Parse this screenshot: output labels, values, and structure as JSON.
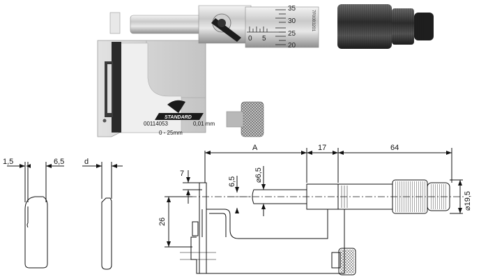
{
  "photo": {
    "brand_logo_text": "STANDARD",
    "serial_number": "00114053",
    "resolution": "0,01 mm",
    "range": "0 - 25mm",
    "barrel_code": "7F00B3201",
    "thimble_scale": [
      "35",
      "30",
      "25",
      "20"
    ],
    "sleeve_scale": [
      "0",
      "5"
    ]
  },
  "drawing": {
    "tip_widths": {
      "left": "1,5",
      "right": "6,5"
    },
    "spindle_d_label": "d",
    "dim_A": "A",
    "dim_17": "17",
    "dim_64": "64",
    "dim_7": "7",
    "dim_6_5": "6,5",
    "dim_spindle_diameter": "⌀6,5",
    "dim_26": "26",
    "dim_thimble_diameter": "⌀19,5"
  }
}
